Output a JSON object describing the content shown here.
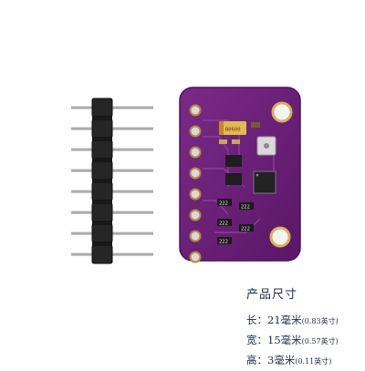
{
  "specs": {
    "title": "产品尺寸",
    "rows": [
      {
        "label": "长：",
        "value": "21毫米",
        "note": "(0.83英寸)"
      },
      {
        "label": "宽：",
        "value": "15毫米",
        "note": "(0.57英寸)"
      },
      {
        "label": "高：",
        "value": "3毫米",
        "note": "(0.11英寸)"
      }
    ]
  },
  "board": {
    "chip_label": "B0600",
    "resistor_labels": [
      "222",
      "222",
      "222",
      "222",
      "222"
    ]
  },
  "colors": {
    "pcb": "#6a1f77",
    "pcb_edge": "#4b1257",
    "pin_header": "#1a1a1a",
    "pins": "#c9c9c9",
    "gold": "#d8b25a",
    "text": "#1f2a44"
  }
}
